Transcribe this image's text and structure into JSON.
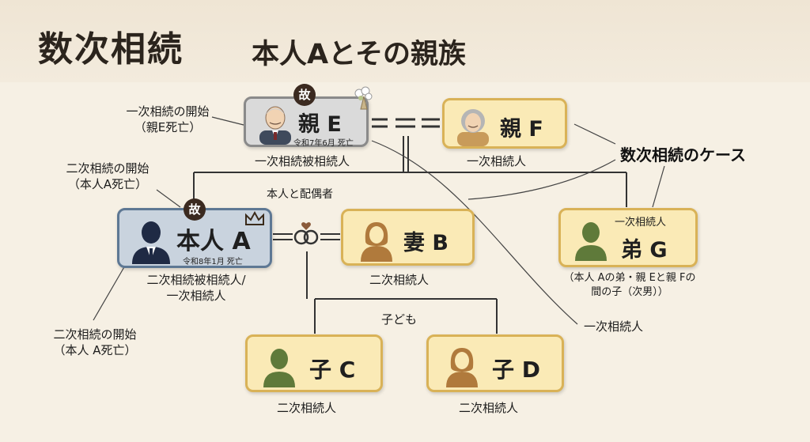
{
  "title": {
    "main": "数次相続",
    "sub": "本人Aとその親族"
  },
  "deceased_badge": "故",
  "persons": {
    "E": {
      "name": "親 E",
      "date": "令和7年6月 死亡"
    },
    "F": {
      "name": "親 F"
    },
    "A": {
      "name": "本人 A",
      "date": "令和8年1月 死亡"
    },
    "B": {
      "name": "妻 B"
    },
    "G": {
      "name": "弟 G",
      "top_note": "一次相続人"
    },
    "C": {
      "name": "子 C"
    },
    "D": {
      "name": "子 D"
    }
  },
  "labels": {
    "first_start_1": "一次相続の開始",
    "first_start_2": "（親E死亡）",
    "second_start_top_1": "二次相続の開始",
    "second_start_top_2": "（本人A死亡）",
    "second_start_bottom_1": "二次相続の開始",
    "second_start_bottom_2": "（本人 A死亡）",
    "e_role": "一次相続被相続人",
    "f_role": "一次相続人",
    "spouse": "本人と配偶者",
    "a_role_1": "二次相続被相続人/",
    "a_role_2": "一次相続人",
    "b_role": "二次相続人",
    "g_note_1": "（本人 Aの弟・親 Eと親 Fの",
    "g_note_2": "間の子（次男））",
    "first_heir_pointer": "一次相続人",
    "children": "子ども",
    "c_role": "二次相続人",
    "d_role": "二次相続人",
    "case": "数次相続のケース"
  },
  "colors": {
    "background": "#f6f0e4",
    "heir_box": "#faeab6",
    "heir_border": "#d9b257",
    "deceased_parent_box": "#dadada",
    "principal_box": "#c9d3de",
    "principal_border": "#5e7894",
    "female_icon": "#b07a3c",
    "male_icon": "#5f7a3a"
  }
}
